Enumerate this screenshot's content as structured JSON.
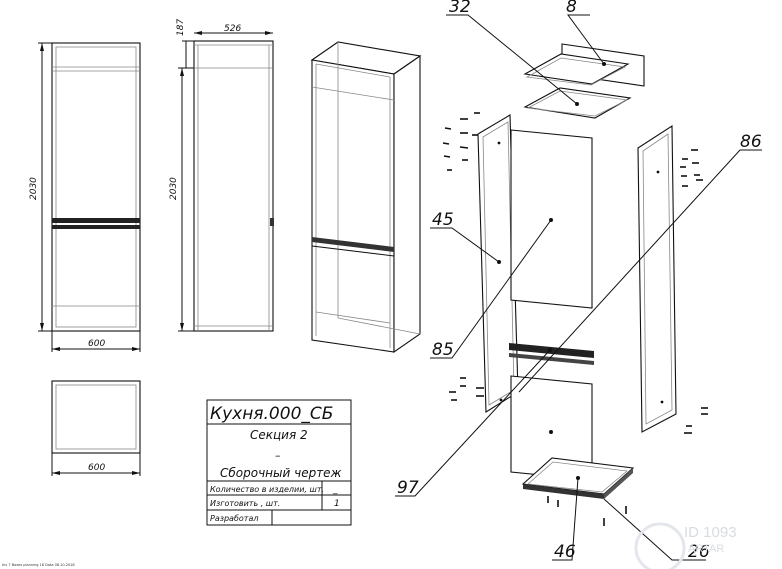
{
  "dimensions": {
    "front_height": "2030",
    "front_width": "600",
    "side_top": "187",
    "side_depth": "526",
    "side_height": "2030",
    "plan_width": "600"
  },
  "callouts": {
    "c32": "32",
    "c8": "8",
    "c86": "86",
    "c45": "45",
    "c85": "85",
    "c97": "97",
    "c46": "46",
    "c26": "26"
  },
  "title_block": {
    "doc_code": "Кухня.000_СБ",
    "section": "Секция 2",
    "dash": "–",
    "doc_type": "Сборочный чертеж",
    "row1_label": "Количество в изделии, шт.",
    "row1_value": "_",
    "row2_label": "Изготовить , шт.",
    "row2_value": "1",
    "row3_label": "Разработал",
    "row3_value": ""
  },
  "footer_note": "Inv 7 Boxes planning 18 Data 08.10.2018",
  "watermark": {
    "id": "ID 1093",
    "sub": "ARTAR"
  }
}
